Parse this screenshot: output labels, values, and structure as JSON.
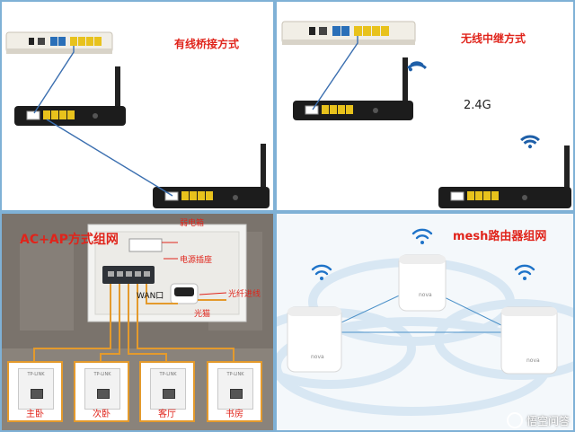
{
  "panels": {
    "wired_bridge": {
      "label": "有线桥接方式"
    },
    "wireless_repeater": {
      "label": "无线中继方式",
      "band": "2.4G"
    },
    "ac_ap": {
      "label": "AC+AP方式组网",
      "cabinet": "弱电箱",
      "power_socket": "电源插座",
      "fiber": "光纤进线",
      "wan": "WAN口",
      "modem": "光猫",
      "rooms": [
        {
          "name": "主卧",
          "brand": "TP-LINK"
        },
        {
          "name": "次卧",
          "brand": "TP-LINK"
        },
        {
          "name": "客厅",
          "brand": "TP-LINK"
        },
        {
          "name": "书房",
          "brand": "TP-LINK"
        }
      ]
    },
    "mesh": {
      "label": "mesh路由器组网",
      "node_brand": "nova"
    }
  },
  "watermark": {
    "text": "悟空问答"
  },
  "colors": {
    "title": "#e0241b",
    "cable": "#e49a2c",
    "wifi": "#1e73c8",
    "cable_blue": "#3b6fb0"
  }
}
